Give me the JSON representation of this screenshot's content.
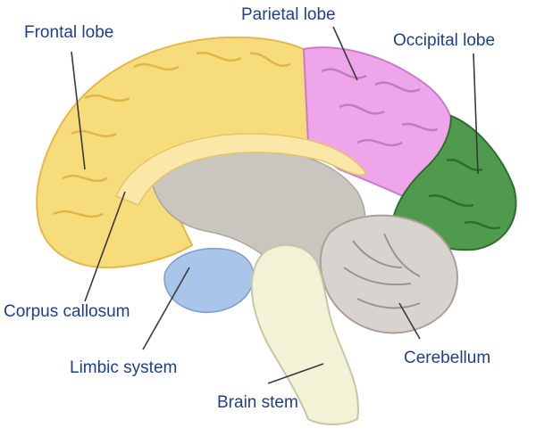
{
  "labels": {
    "frontal_lobe": "Frontal lobe",
    "parietal_lobe": "Parietal lobe",
    "occipital_lobe": "Occipital lobe",
    "corpus_callosum": "Corpus callosum",
    "limbic_system": "Limbic system",
    "brain_stem": "Brain stem",
    "cerebellum": "Cerebellum"
  },
  "colors": {
    "frontal": "#f7dc7c",
    "parietal": "#eea5ea",
    "occipital": "#4f9a4c",
    "limbic": "#a9c6ea",
    "stem": "#f1f2d6",
    "cerebellum": "#d9d3cf",
    "interior": "#c9c6bf",
    "label_text": "#1f3f8a"
  }
}
